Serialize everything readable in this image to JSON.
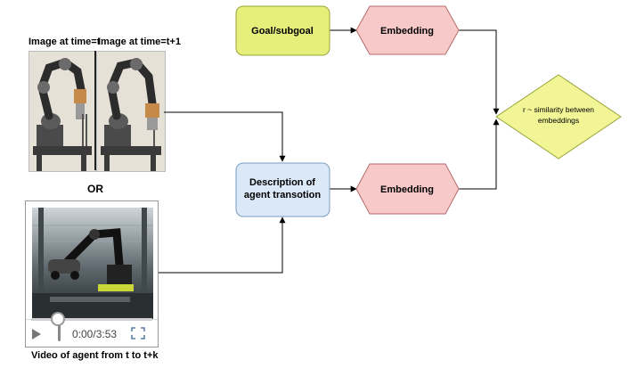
{
  "frames": {
    "label_t": "Image at time=t",
    "label_t1": "Image at time=t+1"
  },
  "or_label": "OR",
  "video": {
    "caption": "Video of agent from t to t+k",
    "time": "0:00/3:53",
    "play_icon": "play-icon",
    "fullscreen_icon": "fullscreen-icon"
  },
  "nodes": {
    "goal": {
      "label": "Goal/subgoal",
      "fill": "#e6ef7a",
      "stroke": "#9aa43a"
    },
    "embedding_top": {
      "label": "Embedding",
      "fill": "#f8c9c9",
      "stroke": "#b56b6b"
    },
    "description": {
      "line1": "Description of",
      "line2": "agent transotion",
      "fill": "#dbe8f7",
      "stroke": "#7b9cc3"
    },
    "embedding_bottom": {
      "label": "Embedding",
      "fill": "#f8c9c9",
      "stroke": "#b56b6b"
    },
    "reward": {
      "line1": "r ~ similarity between",
      "line2": "embeddings",
      "fill": "#f1f595",
      "stroke": "#9aa43a"
    }
  }
}
